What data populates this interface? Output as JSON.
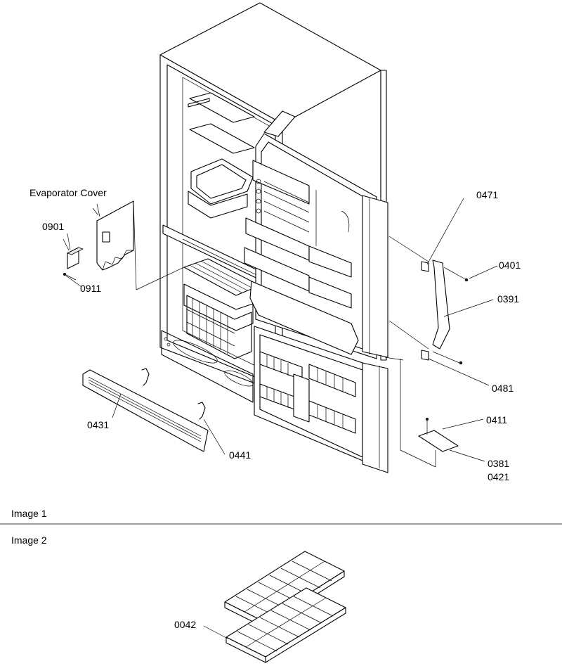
{
  "images": [
    {
      "caption": "Image 1",
      "labels": {
        "evaporator_cover": "Evaporator Cover",
        "p0901": "0901",
        "p0911": "0911",
        "p0471": "0471",
        "p0401": "0401",
        "p0391": "0391",
        "p0481": "0481",
        "p0411": "0411",
        "p0381": "0381",
        "p0421": "0421",
        "p0431": "0431",
        "p0441": "0441"
      }
    },
    {
      "caption": "Image 2",
      "labels": {
        "p0042": "0042"
      }
    }
  ]
}
